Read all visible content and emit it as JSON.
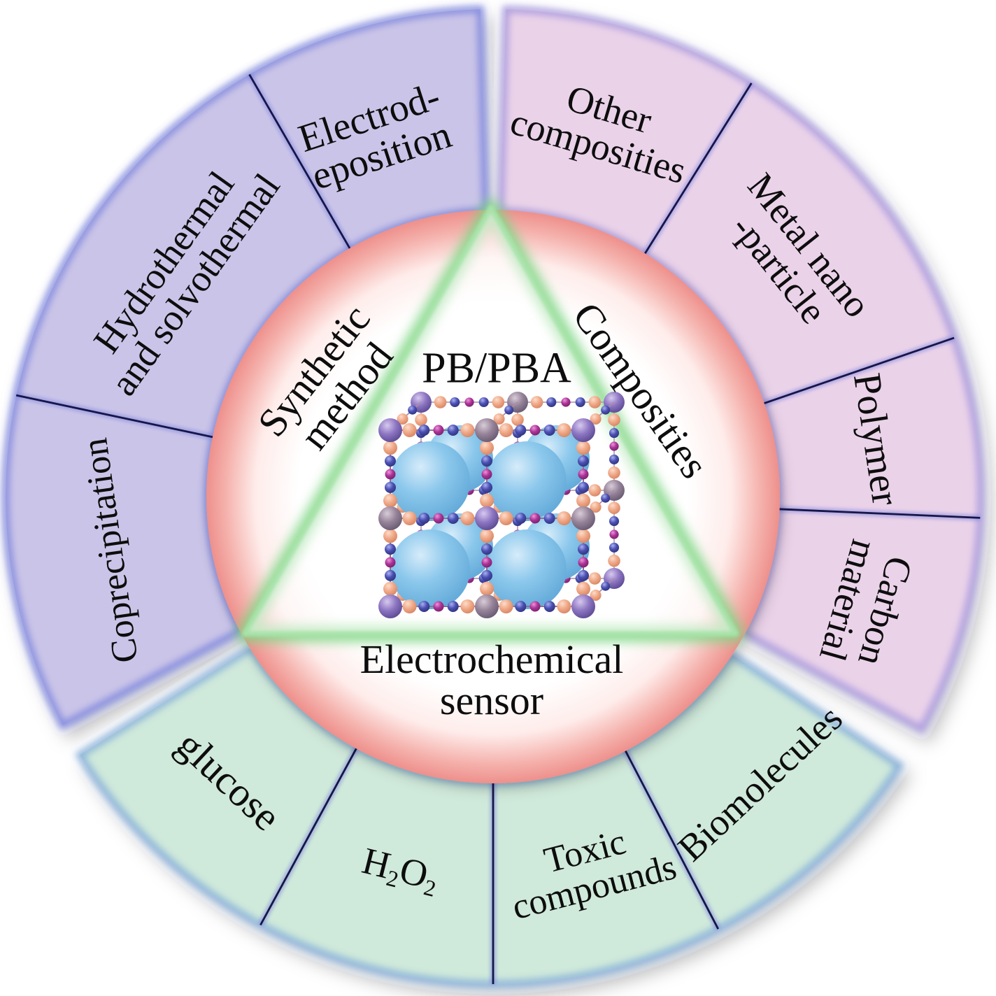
{
  "center": {
    "pb_pba": "PB/PBA",
    "synthetic_method": {
      "line1": "Synthetic",
      "line2": "method"
    },
    "composities": "Composities",
    "electrochemical": {
      "line1": "Electrochemical",
      "line2": "sensor"
    }
  },
  "sections": {
    "synthetic": {
      "electrodeposition": {
        "line1": "Electrod-",
        "line2": "eposition"
      },
      "hydrothermal": {
        "line1": "Hydrothermal",
        "line2": "and solvothermal"
      },
      "coprecipitation": "Coprecipitation"
    },
    "composities": {
      "other": {
        "line1": "Other",
        "line2": "composities"
      },
      "metal_nano": {
        "line1": "Metal nano",
        "line2": "-particle"
      },
      "polymer": "Polymer",
      "carbon": {
        "line1": "Carbon",
        "line2": "material"
      }
    },
    "sensor": {
      "glucose": "glucose",
      "h2o2": {
        "h": "H",
        "s1": "2",
        "o": "O",
        "s2": "2"
      },
      "toxic": {
        "line1": "Toxic",
        "line2": "compounds"
      },
      "biomolecules": "Biomolecules"
    }
  },
  "colors": {
    "synthetic_fill": "#cac4e8",
    "synthetic_edge": "#7e86de",
    "composities_fill": "#ead2e9",
    "composities_edge": "#a89ade",
    "sensor_fill": "#cfe9da",
    "sensor_edge": "#85aeda",
    "inner_rim": "#ee908c",
    "triangle_edge": "#7fd683",
    "divider": "#14144a",
    "text": "#0d0d0d"
  }
}
